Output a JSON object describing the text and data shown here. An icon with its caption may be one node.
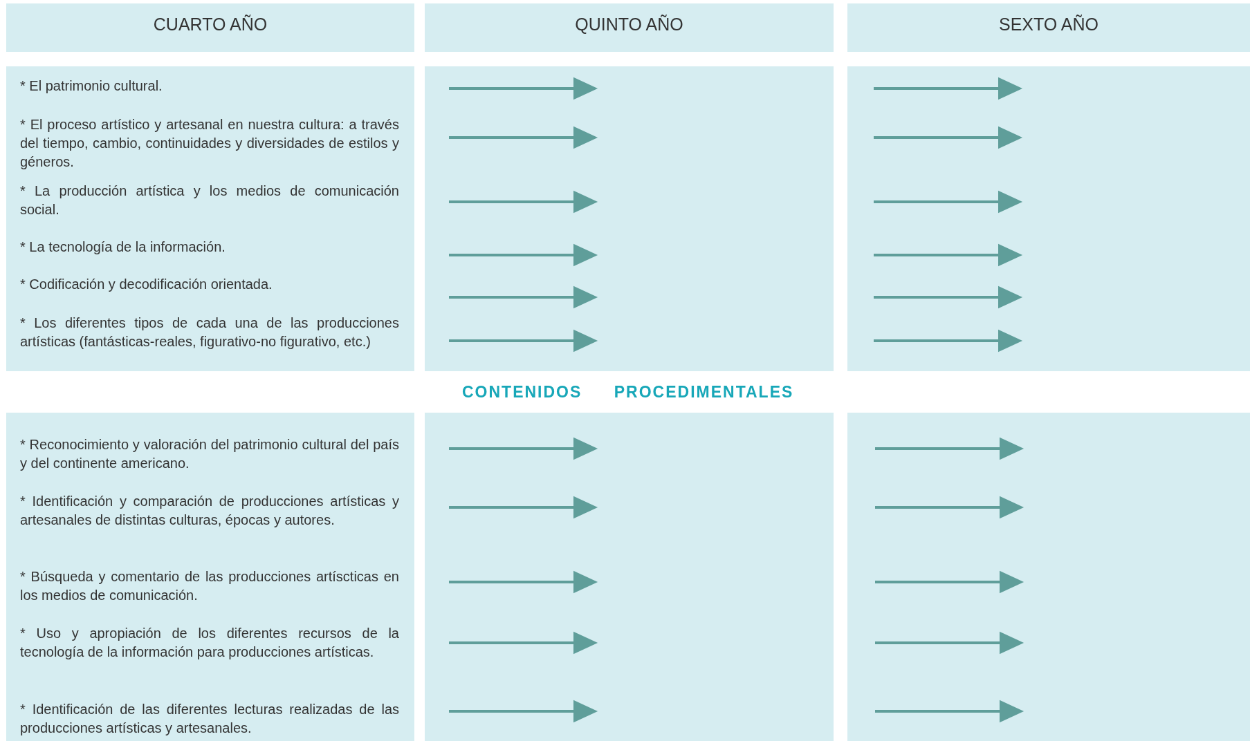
{
  "diagram": {
    "nodes": [
      {
        "text": [
          "CUARTO AÑO"
        ]
      },
      {
        "text": [
          "QUINTO AÑO"
        ]
      },
      {
        "text": [
          "SEXTO AÑO"
        ]
      },
      {
        "text": [
          "* El patrimonio cultural.",
          "* El proceso artístico y artesanal en nuestra cultura: a través del tiempo, cambio, continuidades y diversidades de estilos y géneros.",
          "* La producción artística y los medios de comunicación social.",
          "* La tecnología de la información.",
          "* Codificación y decodificación orientada.",
          "* Los diferentes tipos de cada una de las producciones artísticas (fantásticas-reales, figurativo-no figurativo, etc.)"
        ]
      },
      {
        "text": [],
        "shape": "box"
      },
      {
        "text": [],
        "shape": "box"
      },
      {
        "text": [
          "* Reconocimiento y valoración del patrimonio cultural del país y del continente americano.",
          "* Identificación y comparación de producciones artísticas y artesanales de distintas culturas, épocas y autores.",
          "* Búsqueda y comentario de las producciones artíscticas en los medios de comunicación.",
          "* Uso y apropiación de los diferentes recursos de la tecnología de la información para producciones artísticas.",
          "* Identificación de las diferentes lecturas realizadas de las producciones artísticas y artesanales."
        ]
      },
      {
        "text": [],
        "shape": "box"
      },
      {
        "text": [],
        "shape": "box"
      }
    ],
    "edges": [
      {
        "from": null,
        "to": 4,
        "arrow": "to"
      },
      {
        "from": null,
        "to": 4,
        "arrow": "to"
      },
      {
        "from": null,
        "to": 4,
        "arrow": "to"
      },
      {
        "from": null,
        "to": 4,
        "arrow": "to"
      },
      {
        "from": null,
        "to": 4,
        "arrow": "to"
      },
      {
        "from": null,
        "to": 4,
        "arrow": "to"
      },
      {
        "from": null,
        "to": 5,
        "arrow": "to"
      },
      {
        "from": null,
        "to": 5,
        "arrow": "to"
      },
      {
        "from": null,
        "to": 5,
        "arrow": "to"
      },
      {
        "from": null,
        "to": 5,
        "arrow": "to"
      },
      {
        "from": null,
        "to": 5,
        "arrow": "to"
      },
      {
        "from": null,
        "to": 5,
        "arrow": "to"
      },
      {
        "from": null,
        "to": 7,
        "arrow": "to"
      },
      {
        "from": null,
        "to": 7,
        "arrow": "to"
      },
      {
        "from": null,
        "to": 7,
        "arrow": "to"
      },
      {
        "from": null,
        "to": 7,
        "arrow": "to"
      },
      {
        "from": null,
        "to": 7,
        "arrow": "to"
      },
      {
        "from": null,
        "to": 8,
        "arrow": "to"
      },
      {
        "from": null,
        "to": 8,
        "arrow": "to"
      },
      {
        "from": null,
        "to": 8,
        "arrow": "to"
      },
      {
        "from": null,
        "to": 8,
        "arrow": "to"
      },
      {
        "from": null,
        "to": 8,
        "arrow": "to"
      }
    ],
    "labels": [
      "CONTENIDOS PROCEDIMENTALES"
    ]
  }
}
